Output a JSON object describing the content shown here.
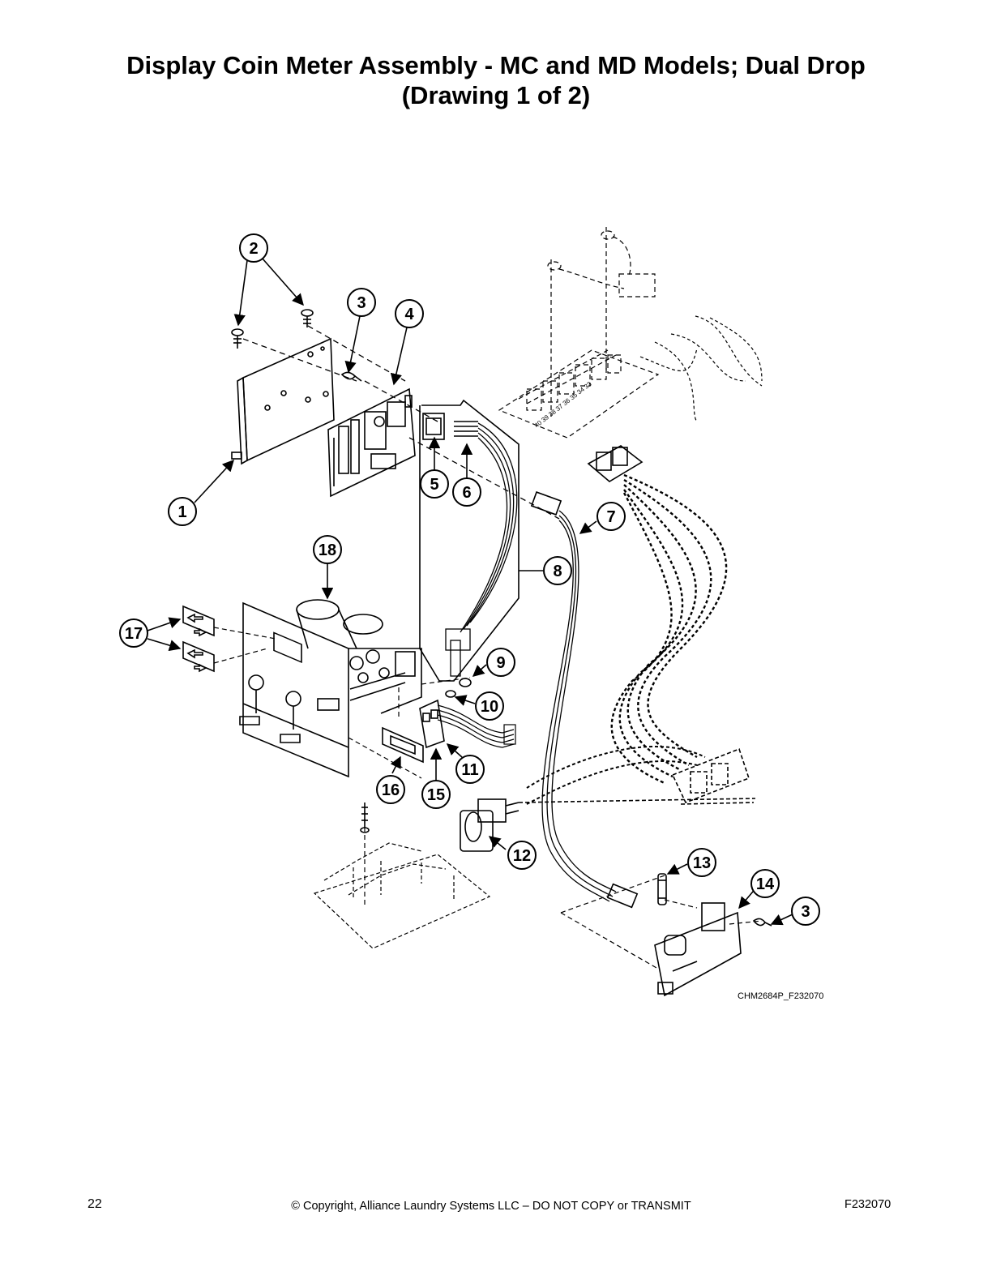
{
  "title": {
    "line1": "Display Coin Meter Assembly - MC and MD Models; Dual Drop",
    "line2": "(Drawing 1 of 2)"
  },
  "figure_code": "CHM2684P_F232070",
  "callouts": [
    "1",
    "2",
    "3",
    "4",
    "5",
    "6",
    "7",
    "8",
    "9",
    "10",
    "11",
    "12",
    "13",
    "14",
    "3",
    "15",
    "16",
    "17",
    "18"
  ],
  "terminal_numbers": "40 39 38 37 36 35 34 33",
  "footer": {
    "page_number": "22",
    "copyright": "© Copyright, Alliance Laundry Systems LLC – DO NOT COPY or TRANSMIT",
    "doc_code": "F232070"
  }
}
